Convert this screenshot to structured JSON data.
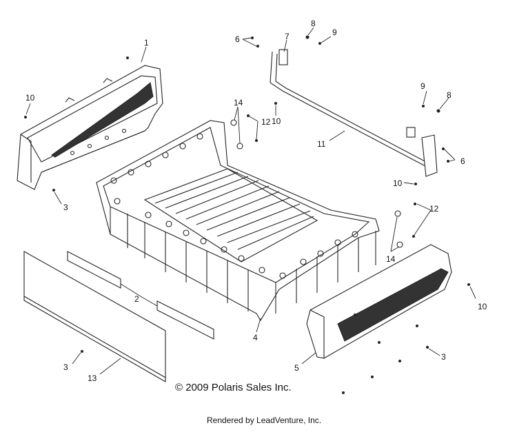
{
  "callouts": {
    "c1": "1",
    "c2": "2",
    "c3a": "3",
    "c3b": "3",
    "c3c": "3",
    "c4": "4",
    "c5": "5",
    "c6a": "6",
    "c6b": "6",
    "c7": "7",
    "c8a": "8",
    "c8b": "8",
    "c9a": "9",
    "c9b": "9",
    "c10a": "10",
    "c10b": "10",
    "c10c": "10",
    "c10d": "10",
    "c11": "11",
    "c12a": "12",
    "c12b": "12",
    "c13": "13",
    "c14a": "14",
    "c14b": "14"
  },
  "footer": {
    "copyright": "© 2009 Polaris Sales Inc.",
    "rendered_by": "Rendered by LeadVenture, Inc."
  }
}
